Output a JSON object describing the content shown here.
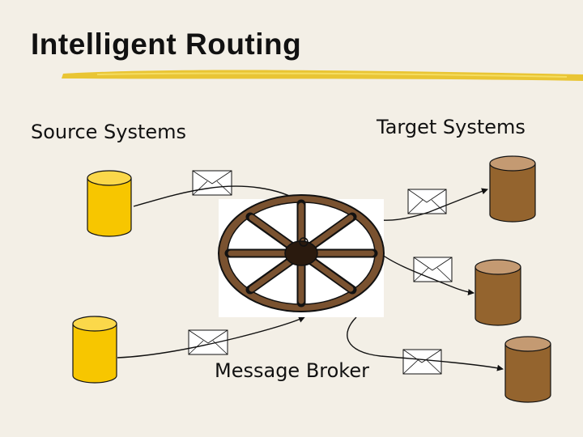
{
  "slide": {
    "title": "Intelligent Routing",
    "source_label": "Source Systems",
    "target_label": "Target Systems",
    "broker_label": "Message Broker"
  },
  "colors": {
    "background": "#f3efe6",
    "title_underline": "#e8c020",
    "source_db": "#f7c600",
    "target_db": "#94642e",
    "wheel": "#7a5230",
    "envelope": "#ffffff"
  },
  "icons": {
    "source_db": "database-cylinder-icon",
    "target_db": "database-cylinder-icon",
    "message": "envelope-icon",
    "broker": "wagon-wheel-icon"
  }
}
